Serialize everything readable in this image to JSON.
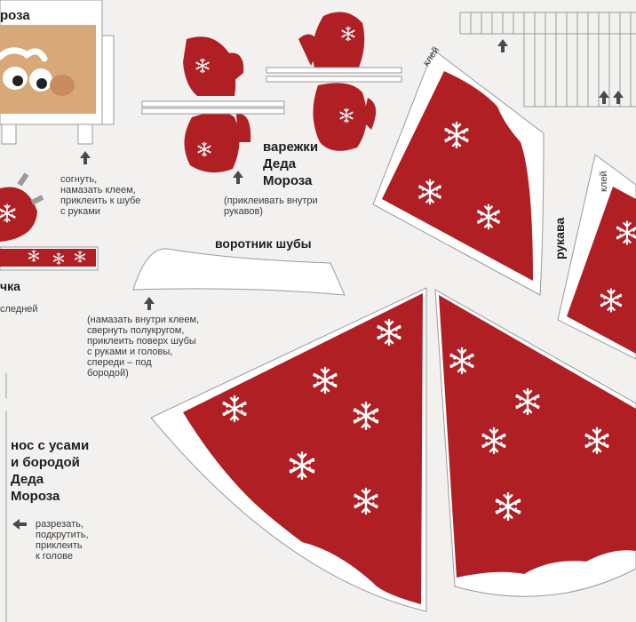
{
  "colors": {
    "red": "#b01f24",
    "dark_red": "#8d1419",
    "paper": "#f3f1ef",
    "outline": "#9a9a9a",
    "body_tan": "#d7a978"
  },
  "labels": {
    "top_left_title": "роза",
    "fold_instructions": "согнуть,\nнамазать клеем,\nприклеить к шубе\nс руками",
    "mittens_title": "варежки\nДеда\nМороза",
    "mittens_note": "(приклеивать внутри\nрукавов)",
    "collar_title": "воротник шубы",
    "collar_note": "(намазать внутри клеем,\nсвернуть полукругом,\nприклеить поверх шубы\nс руками и головы,\nспереди – под\nбородой)",
    "left_mid_title": "чка",
    "left_mid_note": "следней",
    "nose_title": "нос с усами\nи бородой\nДеда\nМороза",
    "nose_note": "разрезать,\nподкрутить,\nприклеить\nк голове",
    "glue_1": "клей",
    "glue_2": "клей",
    "sleeves": "рукава"
  },
  "icons": [
    "arrow-up-icon",
    "arrow-left-icon",
    "snowflake-icon",
    "eye-icon",
    "mitten-icon"
  ]
}
